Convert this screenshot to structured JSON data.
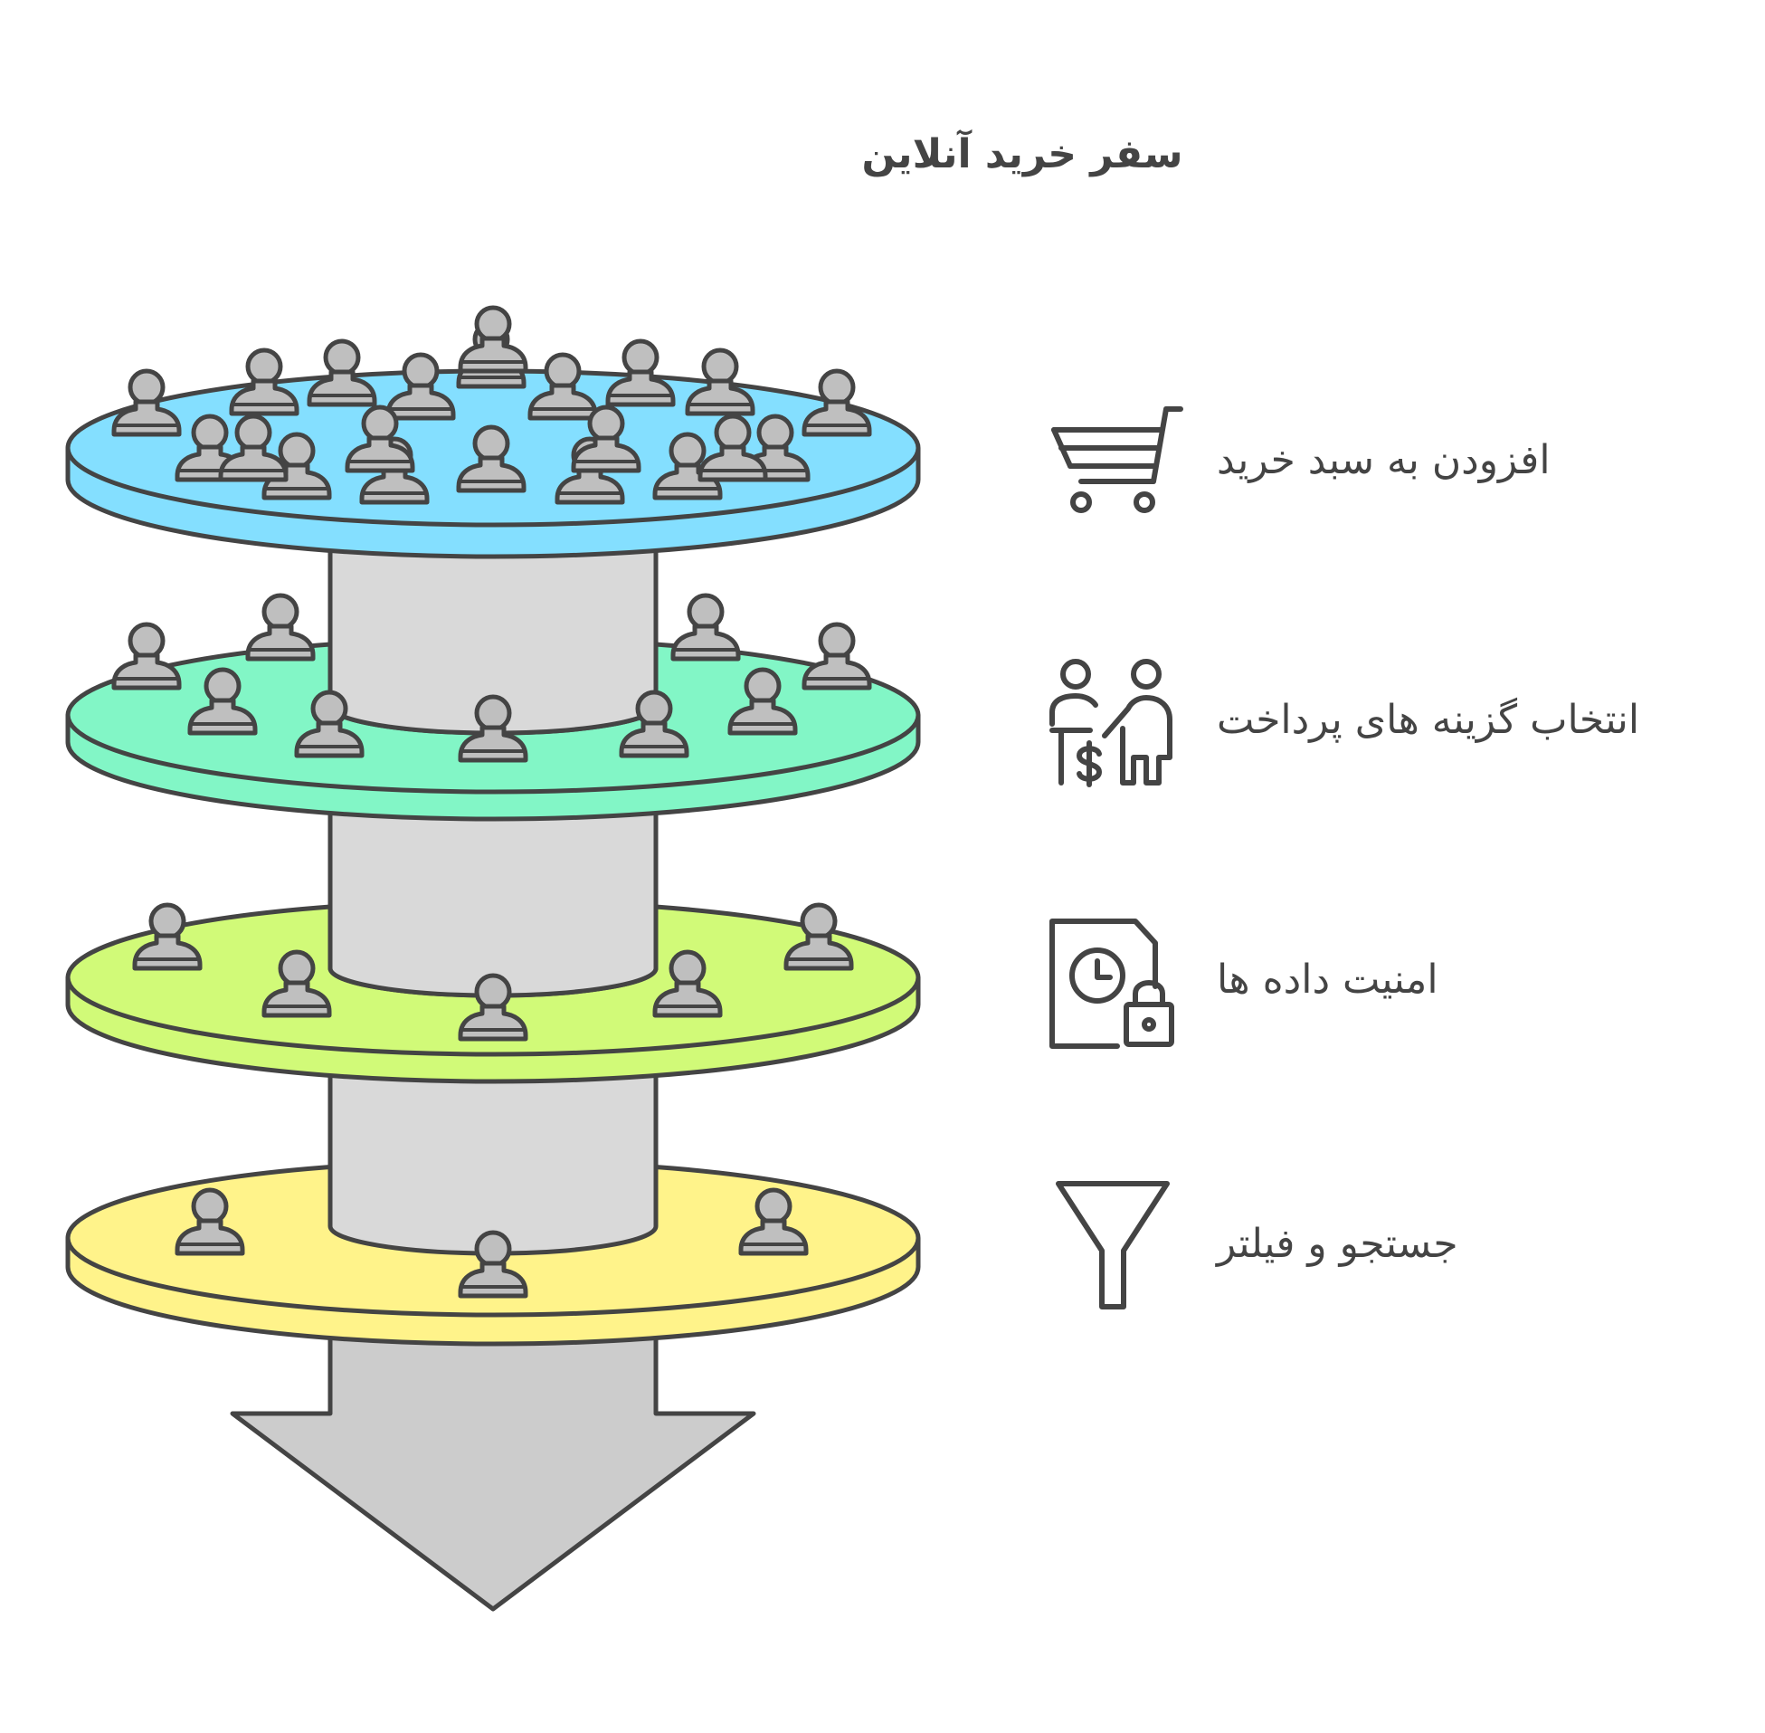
{
  "title": "سفر خرید آنلاین",
  "stages": [
    {
      "label": "افزودن به سبد خرید",
      "icon": "shopping-cart-icon",
      "color": "#84DFFF",
      "people": 21
    },
    {
      "label": "انتخاب گزینه های پرداخت",
      "icon": "payment-people-icon",
      "color": "#82F6C6",
      "people": 11
    },
    {
      "label": "امنیت داده ها",
      "icon": "document-clock-lock-icon",
      "color": "#D1FA78",
      "people": 6
    },
    {
      "label": "جستجو و فیلتر",
      "icon": "funnel-icon",
      "color": "#FFF38A",
      "people": 3
    }
  ],
  "colors": {
    "stroke": "#444444",
    "person_fill": "#BFBFBF",
    "column_fill": "#D9D9D9",
    "arrow_fill": "#CCCCCC"
  }
}
